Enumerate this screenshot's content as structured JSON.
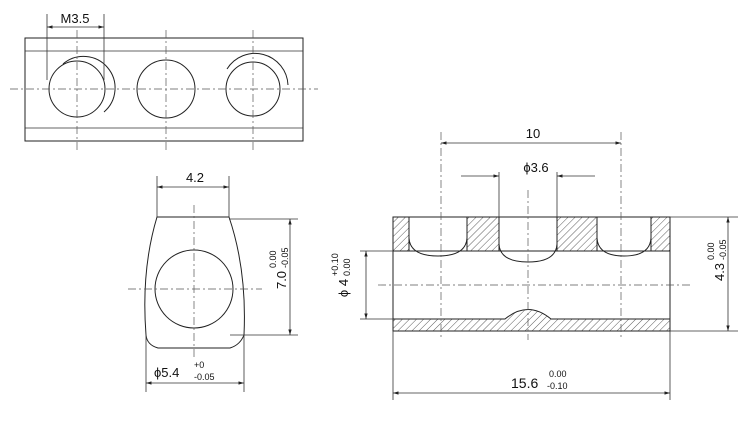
{
  "labels": {
    "thread": "M3.5",
    "side_width": "4.2",
    "side_height": "7.0",
    "side_height_tol_upper": "0.00",
    "side_height_tol_lower": "-0.05",
    "side_diameter_prefix": "ϕ5.4",
    "side_diameter_tol_upper": "+0",
    "side_diameter_tol_lower": "-0.05",
    "pitch": "10",
    "hole_diameter": "ϕ3.6",
    "bore_diameter_prefix": "ϕ 4",
    "bore_tol_upper": "+0.10",
    "bore_tol_lower": "0.00",
    "right_height": "4.3",
    "right_height_tol_upper": "0.00",
    "right_height_tol_lower": "-0.05",
    "length": "15.6",
    "length_tol_upper": "0.00",
    "length_tol_lower": "-0.10"
  }
}
